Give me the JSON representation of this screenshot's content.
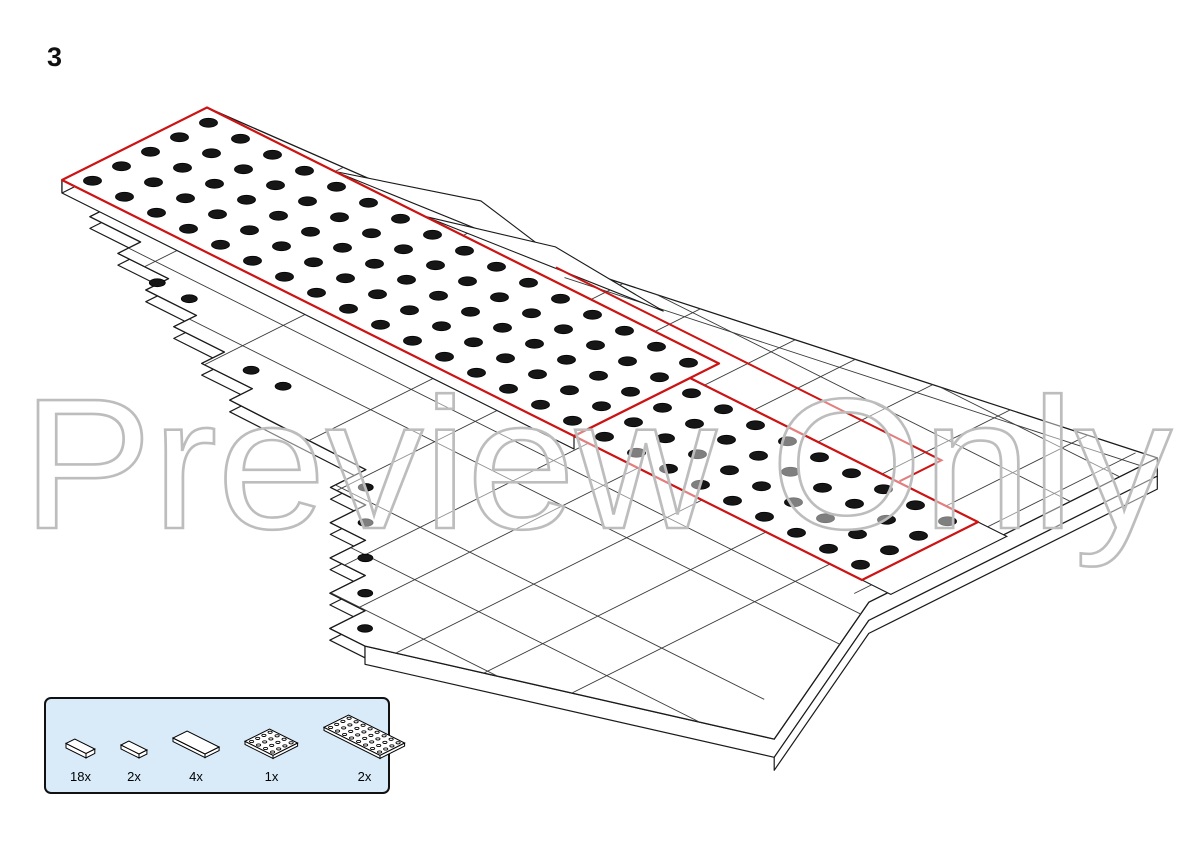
{
  "page": {
    "step_number": "3",
    "watermark": "Preview Only"
  },
  "colors": {
    "highlight": "#cc1414",
    "line": "#1a1a1a",
    "stud_fill": "#161616",
    "parts_box_bg": "#d9ebf8",
    "watermark_stroke": "#bdbdbd"
  },
  "diagram": {
    "type": "isometric-lego-assembly-step",
    "studded_bands": [
      {
        "name": "hull-spine-plate",
        "studs_long": 16,
        "studs_wide": 5,
        "highlighted": true
      },
      {
        "name": "mid-hull-plate",
        "studs_long": 9,
        "studs_wide": 4,
        "highlighted": true
      }
    ]
  },
  "parts_callout": {
    "parts": [
      {
        "count": "18x",
        "icon": "tile-1x2-icon"
      },
      {
        "count": "2x",
        "icon": "plate-1x2-icon"
      },
      {
        "count": "4x",
        "icon": "plate-2x4-icon"
      },
      {
        "count": "1x",
        "icon": "plate-4x4-icon"
      },
      {
        "count": "2x",
        "icon": "plate-4x8-icon"
      }
    ]
  }
}
